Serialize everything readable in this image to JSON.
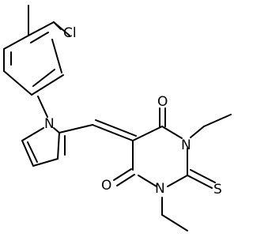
{
  "molecule": {
    "atom_labels": {
      "cl": "Cl",
      "n_pyrrole": "N",
      "o_top": "O",
      "o_bottom": "O",
      "n1": "N",
      "n3": "N",
      "s": "S"
    },
    "colors": {
      "bond": "#000000",
      "label": "#000000",
      "background": "#ffffff"
    }
  }
}
